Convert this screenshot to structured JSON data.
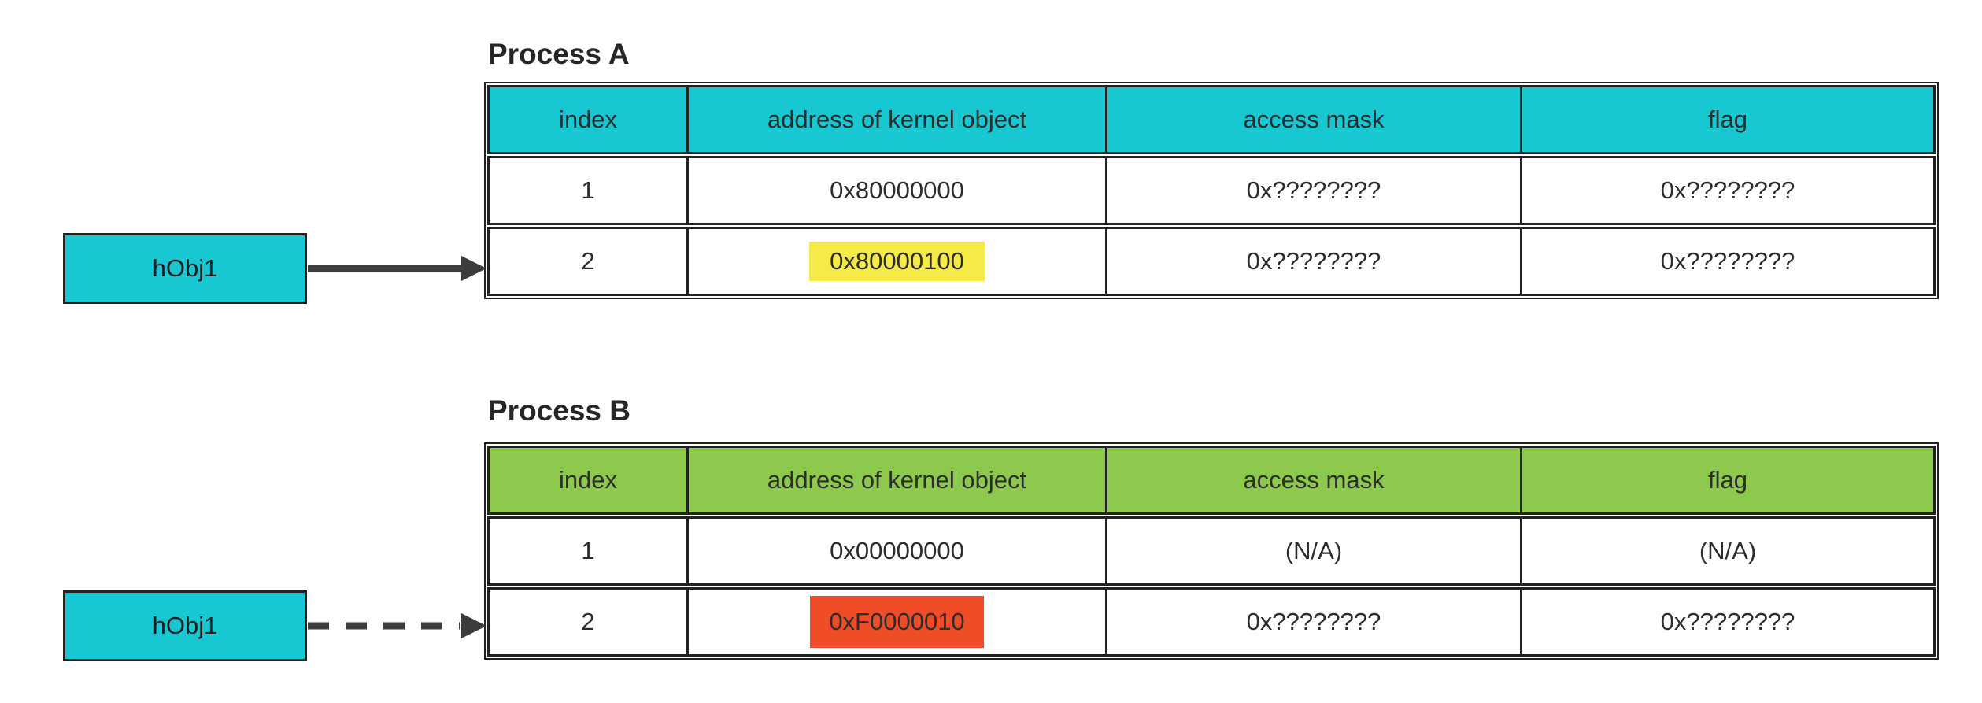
{
  "colors": {
    "cyan_header": "#17c8d3",
    "green_header": "#8dc94c",
    "yellow_highlight": "#f5ea47",
    "red_highlight": "#ef4c28",
    "border": "#222222",
    "arrow": "#3d3d3d",
    "text": "#2d2d2d"
  },
  "process_a": {
    "title": "Process A",
    "columns": [
      "index",
      "address of kernel object",
      "access mask",
      "flag"
    ],
    "rows": [
      {
        "index": "1",
        "address": "0x80000000",
        "access_mask": "0x????????",
        "flag": "0x????????"
      },
      {
        "index": "2",
        "address": "0x80000100",
        "access_mask": "0x????????",
        "flag": "0x????????",
        "address_highlight": "#f5ea47"
      }
    ],
    "handle": {
      "label": "hObj1",
      "arrow_style": "solid"
    }
  },
  "process_b": {
    "title": "Process B",
    "columns": [
      "index",
      "address of kernel object",
      "access mask",
      "flag"
    ],
    "rows": [
      {
        "index": "1",
        "address": "0x00000000",
        "access_mask": "(N/A)",
        "flag": "(N/A)"
      },
      {
        "index": "2",
        "address": "0xF0000010",
        "access_mask": "0x????????",
        "flag": "0x????????",
        "address_highlight": "#ef4c28"
      }
    ],
    "handle": {
      "label": "hObj1",
      "arrow_style": "dashed"
    }
  }
}
